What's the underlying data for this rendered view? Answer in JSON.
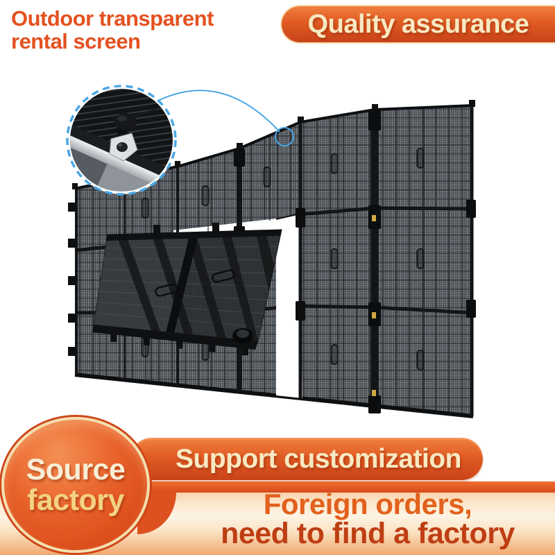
{
  "header": {
    "title_line1": "Outdoor transparent",
    "title_line2": "rental screen",
    "quality_badge": "Quality assurance"
  },
  "footer": {
    "source_line1": "Source",
    "source_line2": "factory",
    "support_badge": "Support customization",
    "foreign_line1": "Foreign orders,",
    "foreign_line2": "need to find a factory"
  },
  "image": {
    "alt": "Transparent LED rental screen wall of mesh cabinets in perspective, one pair of panels folded open leaving a white gap, with a dashed-blue magnifier inset showing the top corner lock bracket and knob",
    "inset_icon": "magnifier-detail-circle",
    "highlight_icon": "blue-highlight-circle"
  },
  "colors": {
    "accent": "#e4511f",
    "banner_light": "#f08040",
    "banner_dark": "#c9431a",
    "band_orange": "#dd5120",
    "cream_text": "#f7e9c2",
    "cream_border": "#f3dfae",
    "factory_yellow": "#f3d283",
    "foreign_primary": "#e2611c",
    "foreign_secondary": "#bf3e14",
    "panel_top": "#f8d2ab",
    "panel_mid": "#fdf3e3",
    "panel_bottom": "#efa96e",
    "highlight_blue": "#4aa7e6"
  }
}
